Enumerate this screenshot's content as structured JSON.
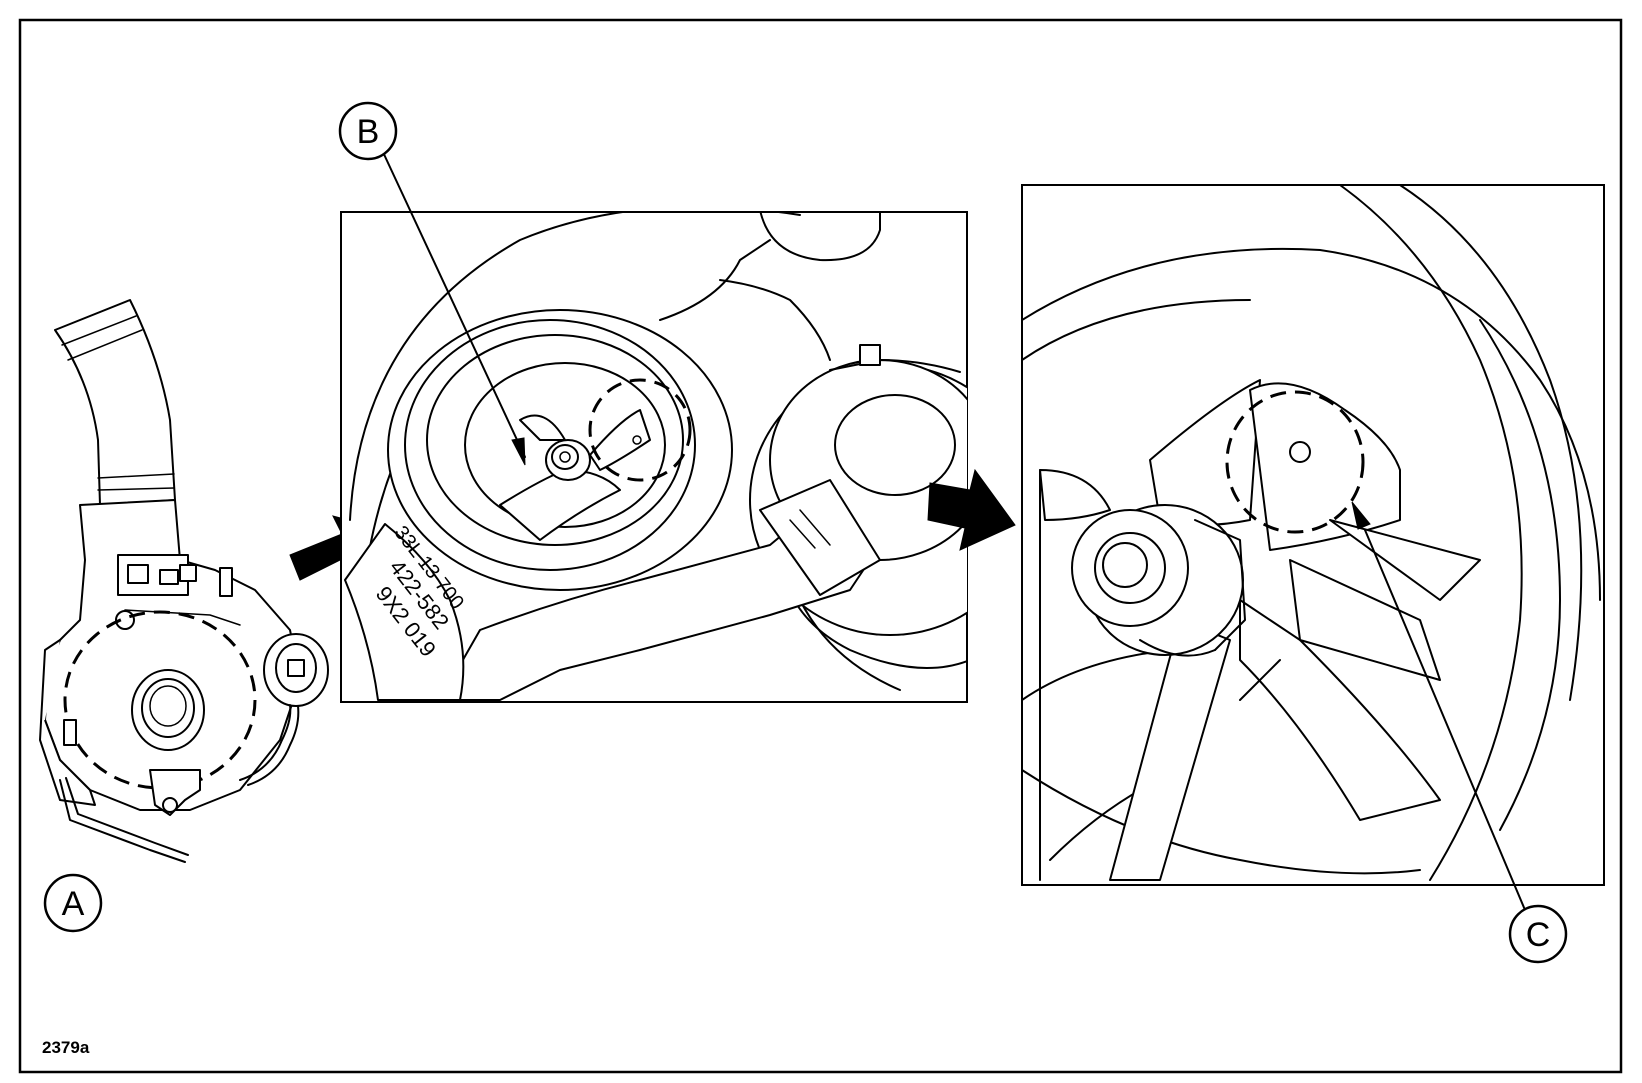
{
  "figure": {
    "reference": "2379a",
    "callouts": [
      {
        "id": "A",
        "label": "A"
      },
      {
        "id": "B",
        "label": "B"
      },
      {
        "id": "C",
        "label": "C"
      }
    ],
    "plate_text": {
      "line1": "33L 13 700",
      "line2": "422-582",
      "line3": "9X2 019"
    }
  },
  "colors": {
    "ink": "#000000",
    "paper": "#ffffff"
  }
}
